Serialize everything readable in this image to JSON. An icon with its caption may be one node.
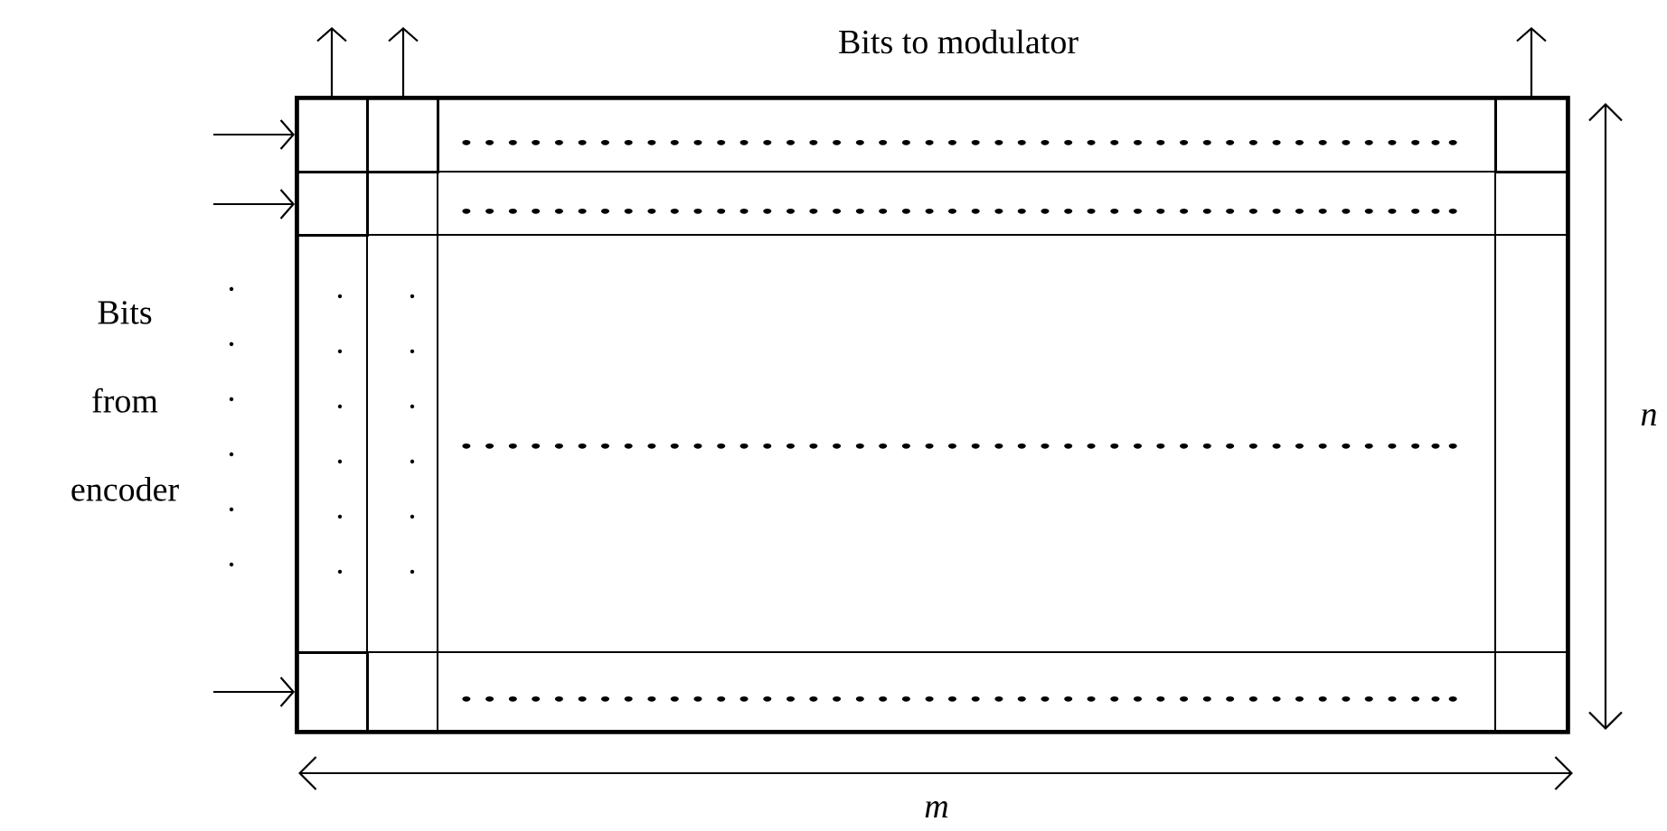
{
  "diagram": {
    "nodes": [
      {
        "text": [],
        "shape": "box"
      },
      {
        "text": [],
        "shape": "box",
        "in": 0
      },
      {
        "text": [],
        "shape": "box",
        "in": 0
      },
      {
        "text": [],
        "shape": "box",
        "in": 0
      },
      {
        "text": [],
        "shape": "box",
        "in": 0
      },
      {
        "text": [],
        "shape": "box",
        "in": 0
      }
    ],
    "edges": [
      {
        "from": null,
        "to": 1,
        "arrow": "to"
      },
      {
        "from": null,
        "to": 4,
        "arrow": "to"
      },
      {
        "from": null,
        "to": 5,
        "arrow": "to"
      },
      {
        "from": 1,
        "to": null,
        "arrow": "to"
      },
      {
        "from": 2,
        "to": null,
        "arrow": "to"
      },
      {
        "from": 3,
        "to": null,
        "arrow": "to"
      }
    ],
    "labels": [
      "Bits to modulator",
      "……………………………………..",
      "……………………………………..",
      "Bits from encoder",
      "……………………………………..",
      "n",
      "……………………………………..",
      "m"
    ]
  }
}
